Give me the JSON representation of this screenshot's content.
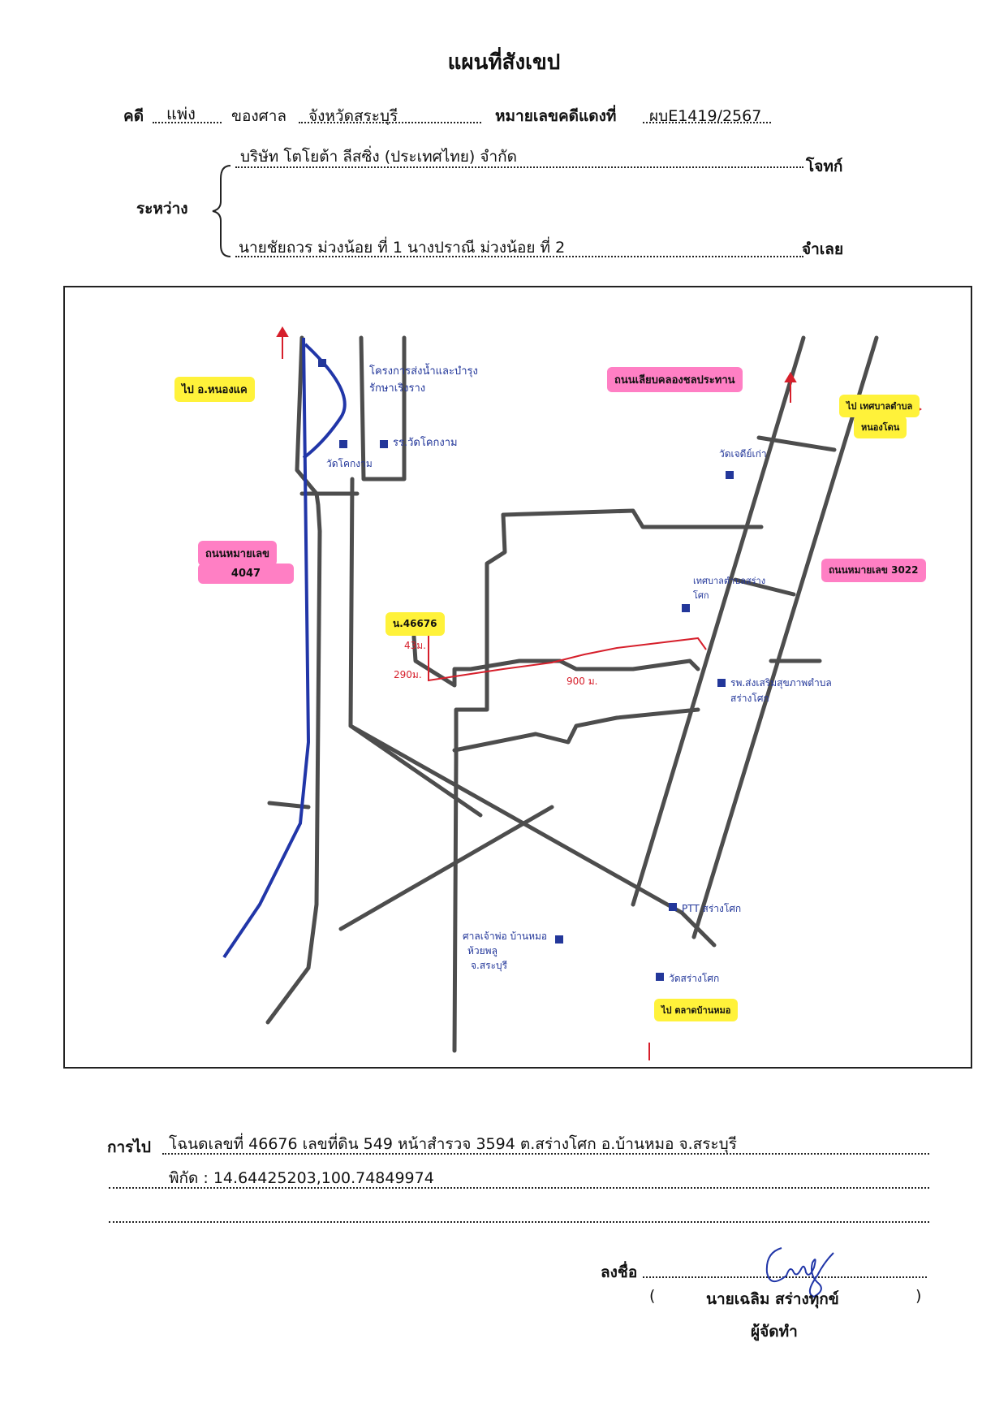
{
  "title": "แผนที่สังเขป",
  "case": {
    "case_label": "คดี",
    "case_type": "แพ่ง",
    "court_label": "ของศาล",
    "court": "จังหวัดสระบุรี",
    "red_no_label": "หมายเลขคดีแดงที่",
    "red_no": "ผบE1419/2567",
    "between_label": "ระหว่าง",
    "plaintiff": "บริษัท โตโยต้า ลีสซิ่ง (ประเทศไทย) จำกัด",
    "plaintiff_role": "โจทก์",
    "defendant": "นายชัยถวร ม่วงน้อย ที่ 1 นางปราณี ม่วงน้อย ที่ 2",
    "defendant_role": "จำเลย"
  },
  "map": {
    "labels": {
      "to_nongkhae": "ไป อ.หนองแค",
      "reservoir": "โครงการส่งน้ำและบำรุงรักษาเริงราง",
      "school": "รร.วัดโคกงาม",
      "temple_khokngam": "วัดโคกงาม",
      "road_4047_line1": "ถนนหมายเลข",
      "road_4047_line2": "4047",
      "road_phahon": "ถนนเลียบคลองชลประทาน",
      "to_municipality": "ไป เทศบาลตำบล",
      "to_municipality_2": "หนองโดน",
      "temple_chedi": "วัดเจดีย์เก่า",
      "road_3022": "ถนนหมายเลข 3022",
      "municipality_office": "เทศบาลตำบลสร่างโศก",
      "land_parcel": "น.46676",
      "dist_43": "43ม.",
      "dist_290": "290ม.",
      "dist_900": "900 ม.",
      "health_center": "รพ.ส่งเสริมสุขภาพตำบลสร่างโศก",
      "ptt": "PTT สร่างโศก",
      "temple_sarangsok": "วัดสร่างโศก",
      "to_banmo": "ไป ตลาดบ้านหมอ",
      "shrine": "ศาลเจ้าพ่อ บ้านหมอ",
      "shrine_2": "ห้วยพลู",
      "shrine_3": "จ.สระบุรี"
    },
    "colors": {
      "road": "#4d4d4d",
      "canal": "#2136a8",
      "route": "#d61f2b",
      "yellow_tag": "#fff23a",
      "pink_tag": "#ff7fc4"
    }
  },
  "directions": {
    "label": "การไป",
    "line1": "โฉนดเลขที่ 46676 เลขที่ดิน 549 หน้าสำรวจ 3594 ต.สร่างโศก อ.บ้านหมอ จ.สระบุรี",
    "line2": "พิกัด : 14.64425203,100.74849974"
  },
  "signature": {
    "sign_label": "ลงชื่อ",
    "open_paren": "(",
    "name": "นายเฉลิม สร่างทุกข์",
    "close_paren": ")",
    "role": "ผู้จัดทำ"
  }
}
